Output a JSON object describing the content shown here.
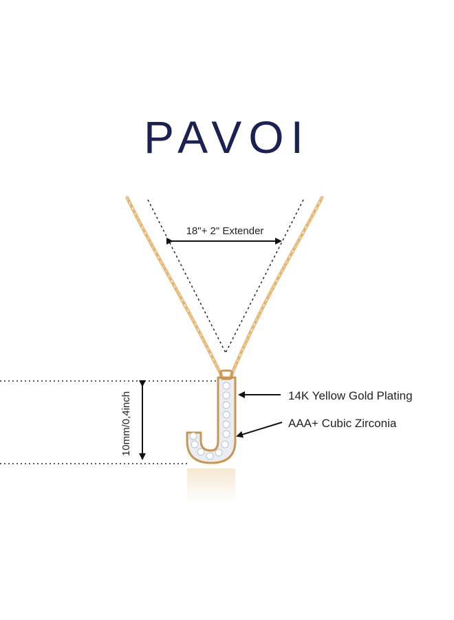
{
  "brand": {
    "name": "PAVOI",
    "color": "#1b2150"
  },
  "annotations": {
    "chain_length": "18\"+ 2\" Extender",
    "pendant_size": "10mm/0,4inch",
    "plating": "14K Yellow Gold Plating",
    "stones": "AAA+ Cubic Zirconia"
  },
  "colors": {
    "gold": "#e8bc7c",
    "gold_dark": "#c99652",
    "stone": "#e9eef4",
    "annotation_text": "#222222"
  }
}
